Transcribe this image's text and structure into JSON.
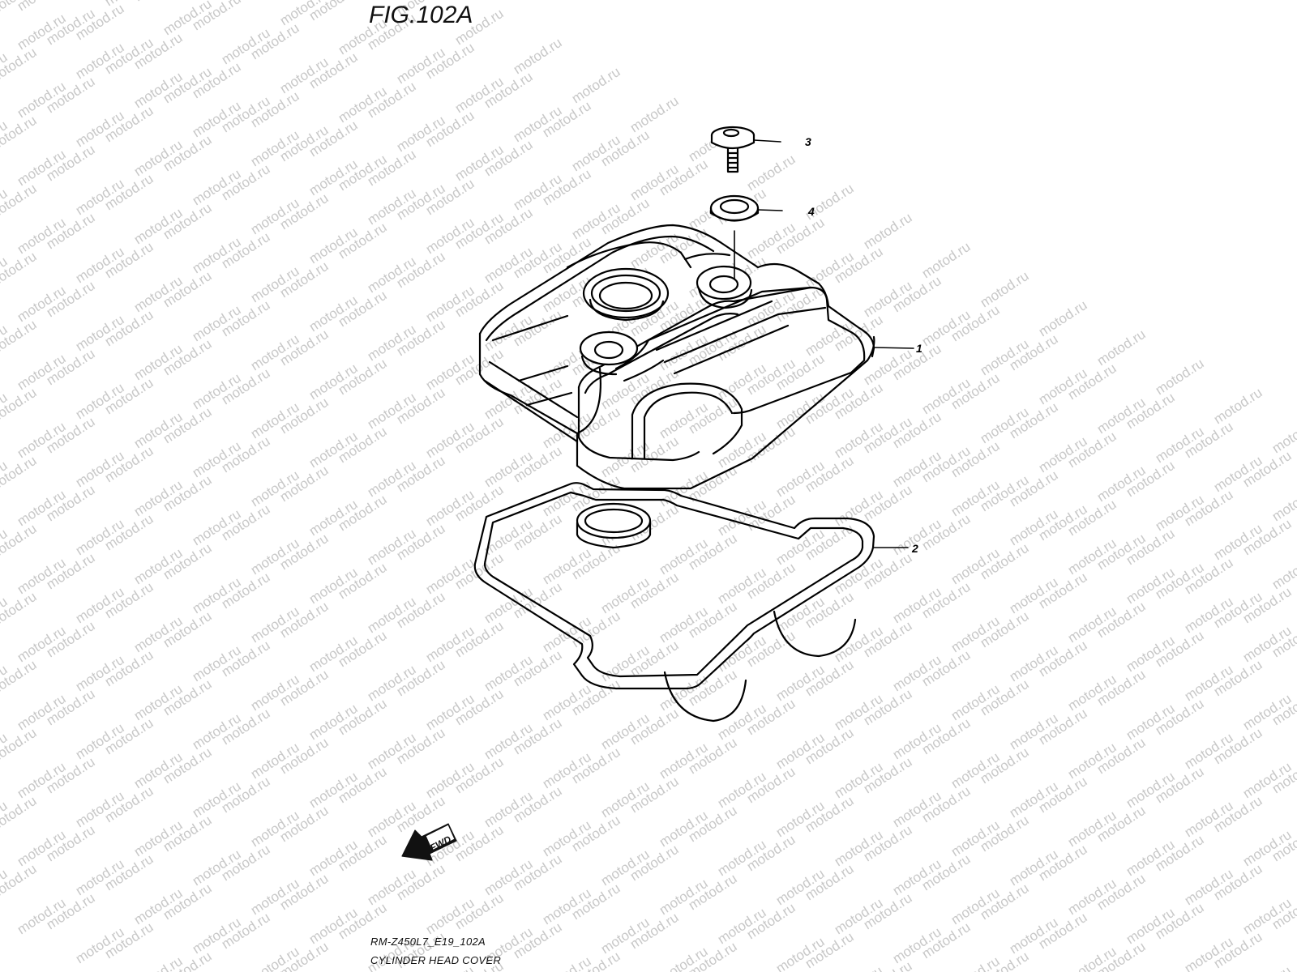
{
  "figure": {
    "title": "FIG.102A",
    "caption_code": "RM-Z450L7_E19_102A",
    "caption_name": "CYLINDER HEAD COVER"
  },
  "watermark": {
    "text": "motod.ru",
    "color": "#c8c8c8"
  },
  "fwd_label": "FWD",
  "callouts": [
    {
      "number": "3",
      "part": "bolt"
    },
    {
      "number": "4",
      "part": "washer"
    },
    {
      "number": "1",
      "part": "cylinder-head-cover"
    },
    {
      "number": "2",
      "part": "gasket"
    }
  ]
}
